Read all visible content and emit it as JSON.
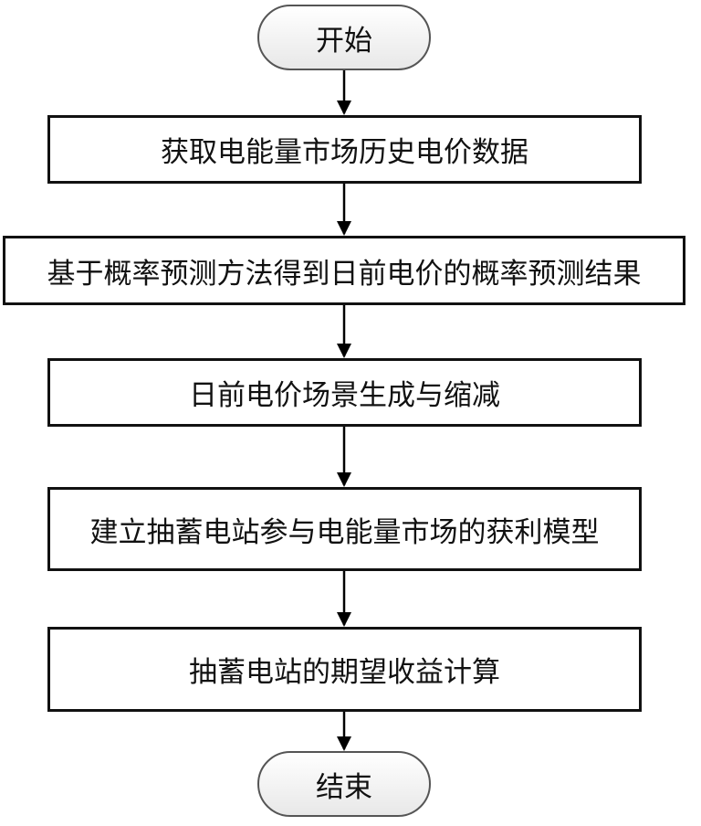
{
  "flowchart": {
    "start": "开始",
    "steps": [
      "获取电能量市场历史电价数据",
      "基于概率预测方法得到日前电价的概率预测结果",
      "日前电价场景生成与缩减",
      "建立抽蓄电站参与电能量市场的获利模型",
      "抽蓄电站的期望收益计算"
    ],
    "end": "结束"
  }
}
